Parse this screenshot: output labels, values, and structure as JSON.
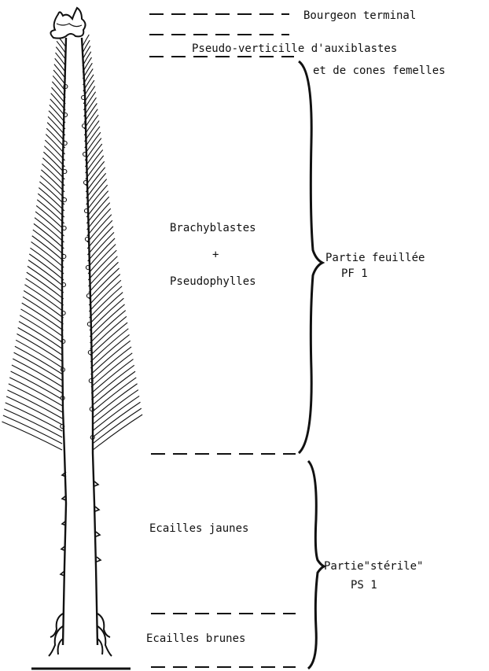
{
  "labels": {
    "bourgeon": "Bourgeon terminal",
    "pseudo_line1": "Pseudo-verticille d'auxiblastes",
    "pseudo_line2": "et de cones femelles",
    "brachy": "Brachyblastes",
    "plus": "+",
    "pseudophylles": "Pseudophylles",
    "pf_title": "Partie feuillée",
    "pf_code": "PF 1",
    "ecailles_jaunes": "Ecailles jaunes",
    "ps_title": "Partie\"stérile\"",
    "ps_code": "PS 1",
    "ecailles_brunes": "Ecailles brunes"
  },
  "colors": {
    "ink": "#111111",
    "background": "#ffffff"
  }
}
